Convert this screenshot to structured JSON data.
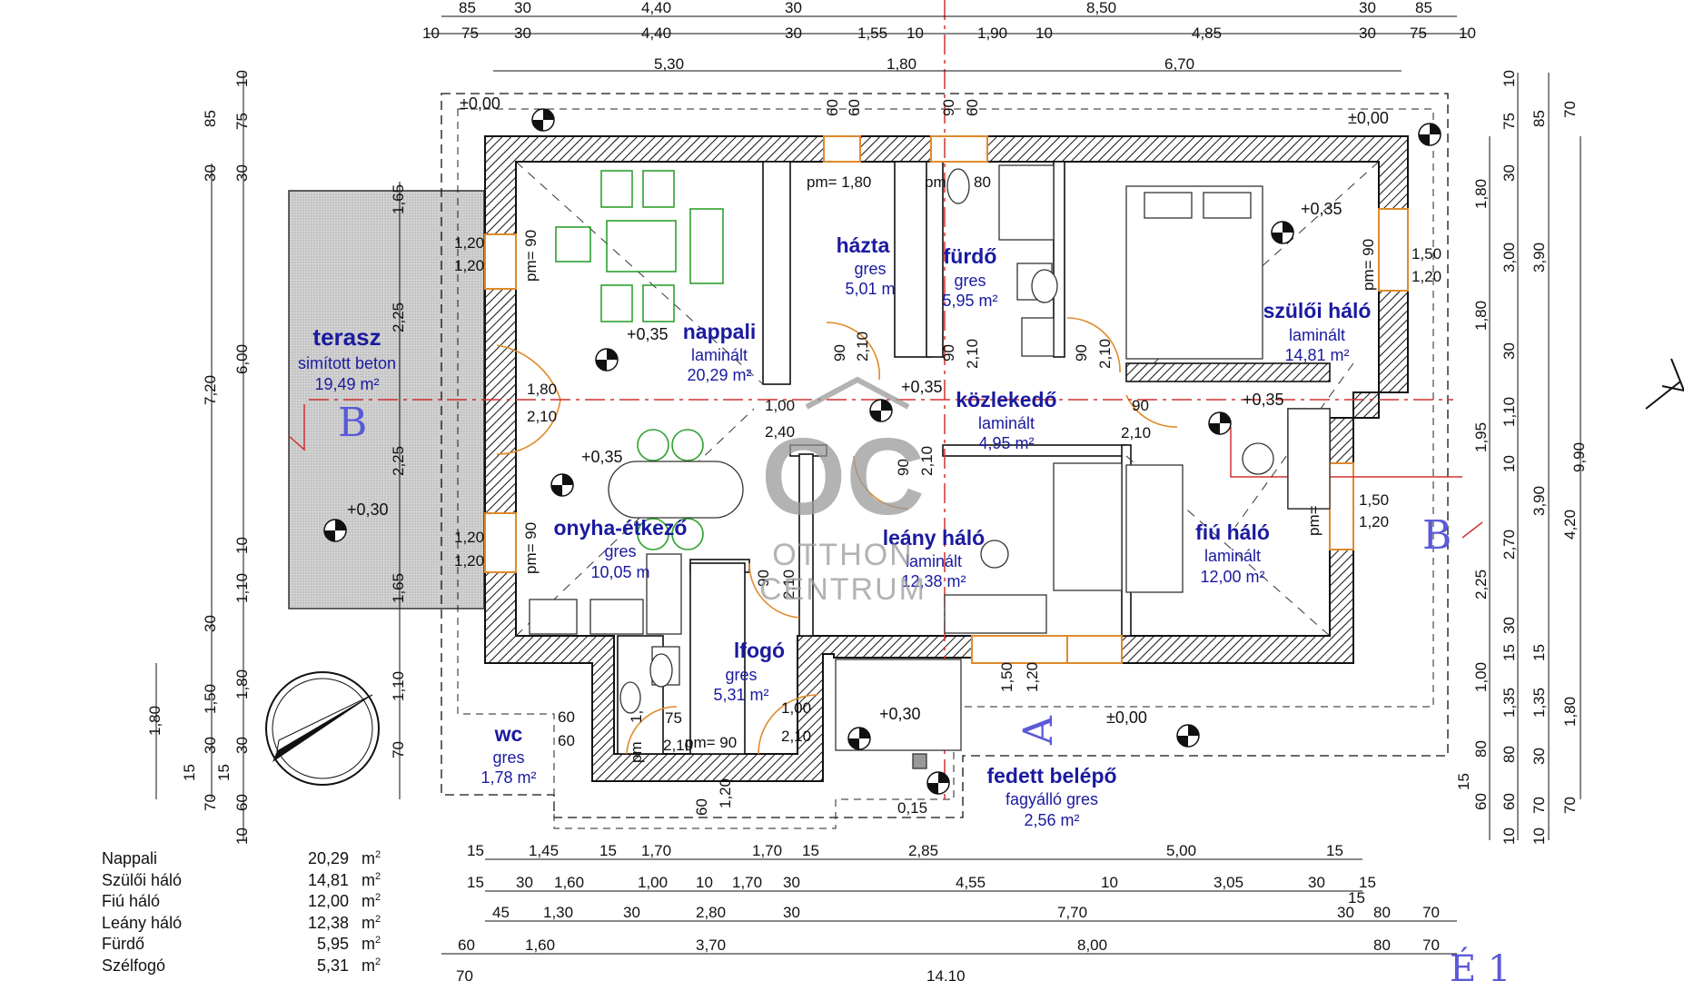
{
  "top_dims": {
    "row1": [
      "85",
      "30",
      "4,40",
      "30",
      "8,50",
      "30",
      "85"
    ],
    "row2": [
      "10",
      "75",
      "30",
      "4,40",
      "30",
      "1,55",
      "10",
      "1,90",
      "10",
      "4,85",
      "30",
      "75",
      "10"
    ],
    "row3": [
      "5,30",
      "1,80",
      "6,70"
    ]
  },
  "bottom_dims": {
    "row1": [
      "15",
      "1,45",
      "15",
      "1,70",
      "1,70",
      "15",
      "2,85",
      "5,00",
      "15"
    ],
    "row2": [
      "15",
      "30",
      "1,60",
      "1,00",
      "10",
      "1,70",
      "30",
      "4,55",
      "10",
      "3,05",
      "30",
      "15",
      "15"
    ],
    "row3": [
      "45",
      "1,30",
      "30",
      "2,80",
      "30",
      "7,70",
      "30",
      "80",
      "70"
    ],
    "row4": [
      "60",
      "1,60",
      "3,70",
      "8,00",
      "80",
      "70"
    ],
    "row5": [
      "70",
      "14,10"
    ]
  },
  "left_dims": {
    "a": [
      "10",
      "75",
      "85",
      "30",
      "30",
      "1,65",
      "2,25",
      "6,00",
      "7,20",
      "2,25",
      "10",
      "1,10",
      "30",
      "1,65",
      "1,80",
      "1,10",
      "1,50",
      "30",
      "30",
      "70",
      "15",
      "15",
      "60",
      "70",
      "10"
    ],
    "b": [
      "1,80"
    ]
  },
  "right_dims": {
    "a": [
      "10",
      "75",
      "85",
      "70",
      "30",
      "1,80",
      "3,00",
      "3,90",
      "1,80",
      "30",
      "1,95",
      "1,10",
      "10",
      "9,90",
      "3,90",
      "4,20",
      "2,70",
      "2,25",
      "30",
      "15",
      "15",
      "1,00",
      "1,35",
      "1,35",
      "1,80",
      "80",
      "80",
      "30",
      "60",
      "60",
      "70",
      "70",
      "15",
      "10",
      "10"
    ]
  },
  "rooms": [
    {
      "name": "terasz",
      "floor": "simított beton",
      "area": "19,49 m²"
    },
    {
      "name": "nappali",
      "floor": "laminált",
      "area": "20,29 m²"
    },
    {
      "name": "házta",
      "floor": "gres",
      "area": "5,01 m"
    },
    {
      "name": "fürdő",
      "floor": "gres",
      "area": "5,95 m²"
    },
    {
      "name": "szülői háló",
      "floor": "laminált",
      "area": "14,81 m²"
    },
    {
      "name": "közlekedő",
      "floor": "laminált",
      "area": "4,95 m²"
    },
    {
      "name": "onyha-étkező",
      "floor": "gres",
      "area": "10,05 m"
    },
    {
      "name": "leány háló",
      "floor": "laminált",
      "area": "12,38 m²"
    },
    {
      "name": "fiú háló",
      "floor": "laminált",
      "area": "12,00 m²"
    },
    {
      "name": "lfogó",
      "floor": "gres",
      "area": "5,31 m²"
    },
    {
      "name": "wc",
      "floor": "gres",
      "area": "1,78 m²"
    },
    {
      "name": "fedett belépő",
      "floor": "fagyálló gres",
      "area": "2,56 m²"
    }
  ],
  "levels": [
    "±0,00",
    "±0,00",
    "+0,35",
    "+0,35",
    "+0,35",
    "+0,35",
    "+0,30",
    "+0,30",
    "±0,00",
    "+0,35"
  ],
  "openings": {
    "w_left_top": [
      "1,20",
      "1,20"
    ],
    "w_left_bot": [
      "1,20",
      "1,20"
    ],
    "door_terrace": [
      "1,80",
      "2,10"
    ],
    "w_right_top": [
      "1,50",
      "1,20"
    ],
    "w_right_bot": [
      "1,50",
      "1,20"
    ],
    "pm": [
      "pm= 90",
      "pm= 90",
      "pm= 90",
      "pm=",
      "pm= 1,80",
      "pm",
      "80",
      "pm= 90",
      "pm"
    ],
    "door_90s": [
      "90",
      "2,10",
      "90",
      "2,10",
      "90",
      "2,10",
      "90",
      "2,10",
      "90",
      "2,10",
      "90",
      "2,10"
    ],
    "opening_center": [
      "1,00",
      "2,40"
    ],
    "top_window_dims": [
      "60",
      "60",
      "90",
      "60"
    ],
    "entry": [
      "1,00",
      "2,10",
      "1,50",
      "1,20",
      "0,15"
    ],
    "wc": [
      "60",
      "60",
      "75",
      "2,10",
      "60",
      "1,20",
      "1,"
    ]
  },
  "section_marks": [
    "B",
    "B",
    "A"
  ],
  "north_arrow": "compass-rose",
  "watermark": {
    "logo": "OC",
    "line1": "OTTHON",
    "line2": "CENTRUM"
  },
  "area_table": [
    {
      "name": "Nappali",
      "value": "20,29",
      "unit": "m"
    },
    {
      "name": "Szülői háló",
      "value": "14,81",
      "unit": "m"
    },
    {
      "name": "Fiú háló",
      "value": "12,00",
      "unit": "m"
    },
    {
      "name": "Leány háló",
      "value": "12,38",
      "unit": "m"
    },
    {
      "name": "Fürdő",
      "value": "5,95",
      "unit": "m"
    },
    {
      "name": "Szélfogó",
      "value": "5,31",
      "unit": "m"
    }
  ],
  "sheet_label": "É 1",
  "colors": {
    "wall_hatch": "#111111",
    "furniture": "#2ea02e",
    "door_arc": "#e08a2a",
    "section_line": "#d23030",
    "text_blue": "#1a1aa0",
    "section_mark": "#5a5ad8",
    "terrace": "#cfcfcf"
  }
}
